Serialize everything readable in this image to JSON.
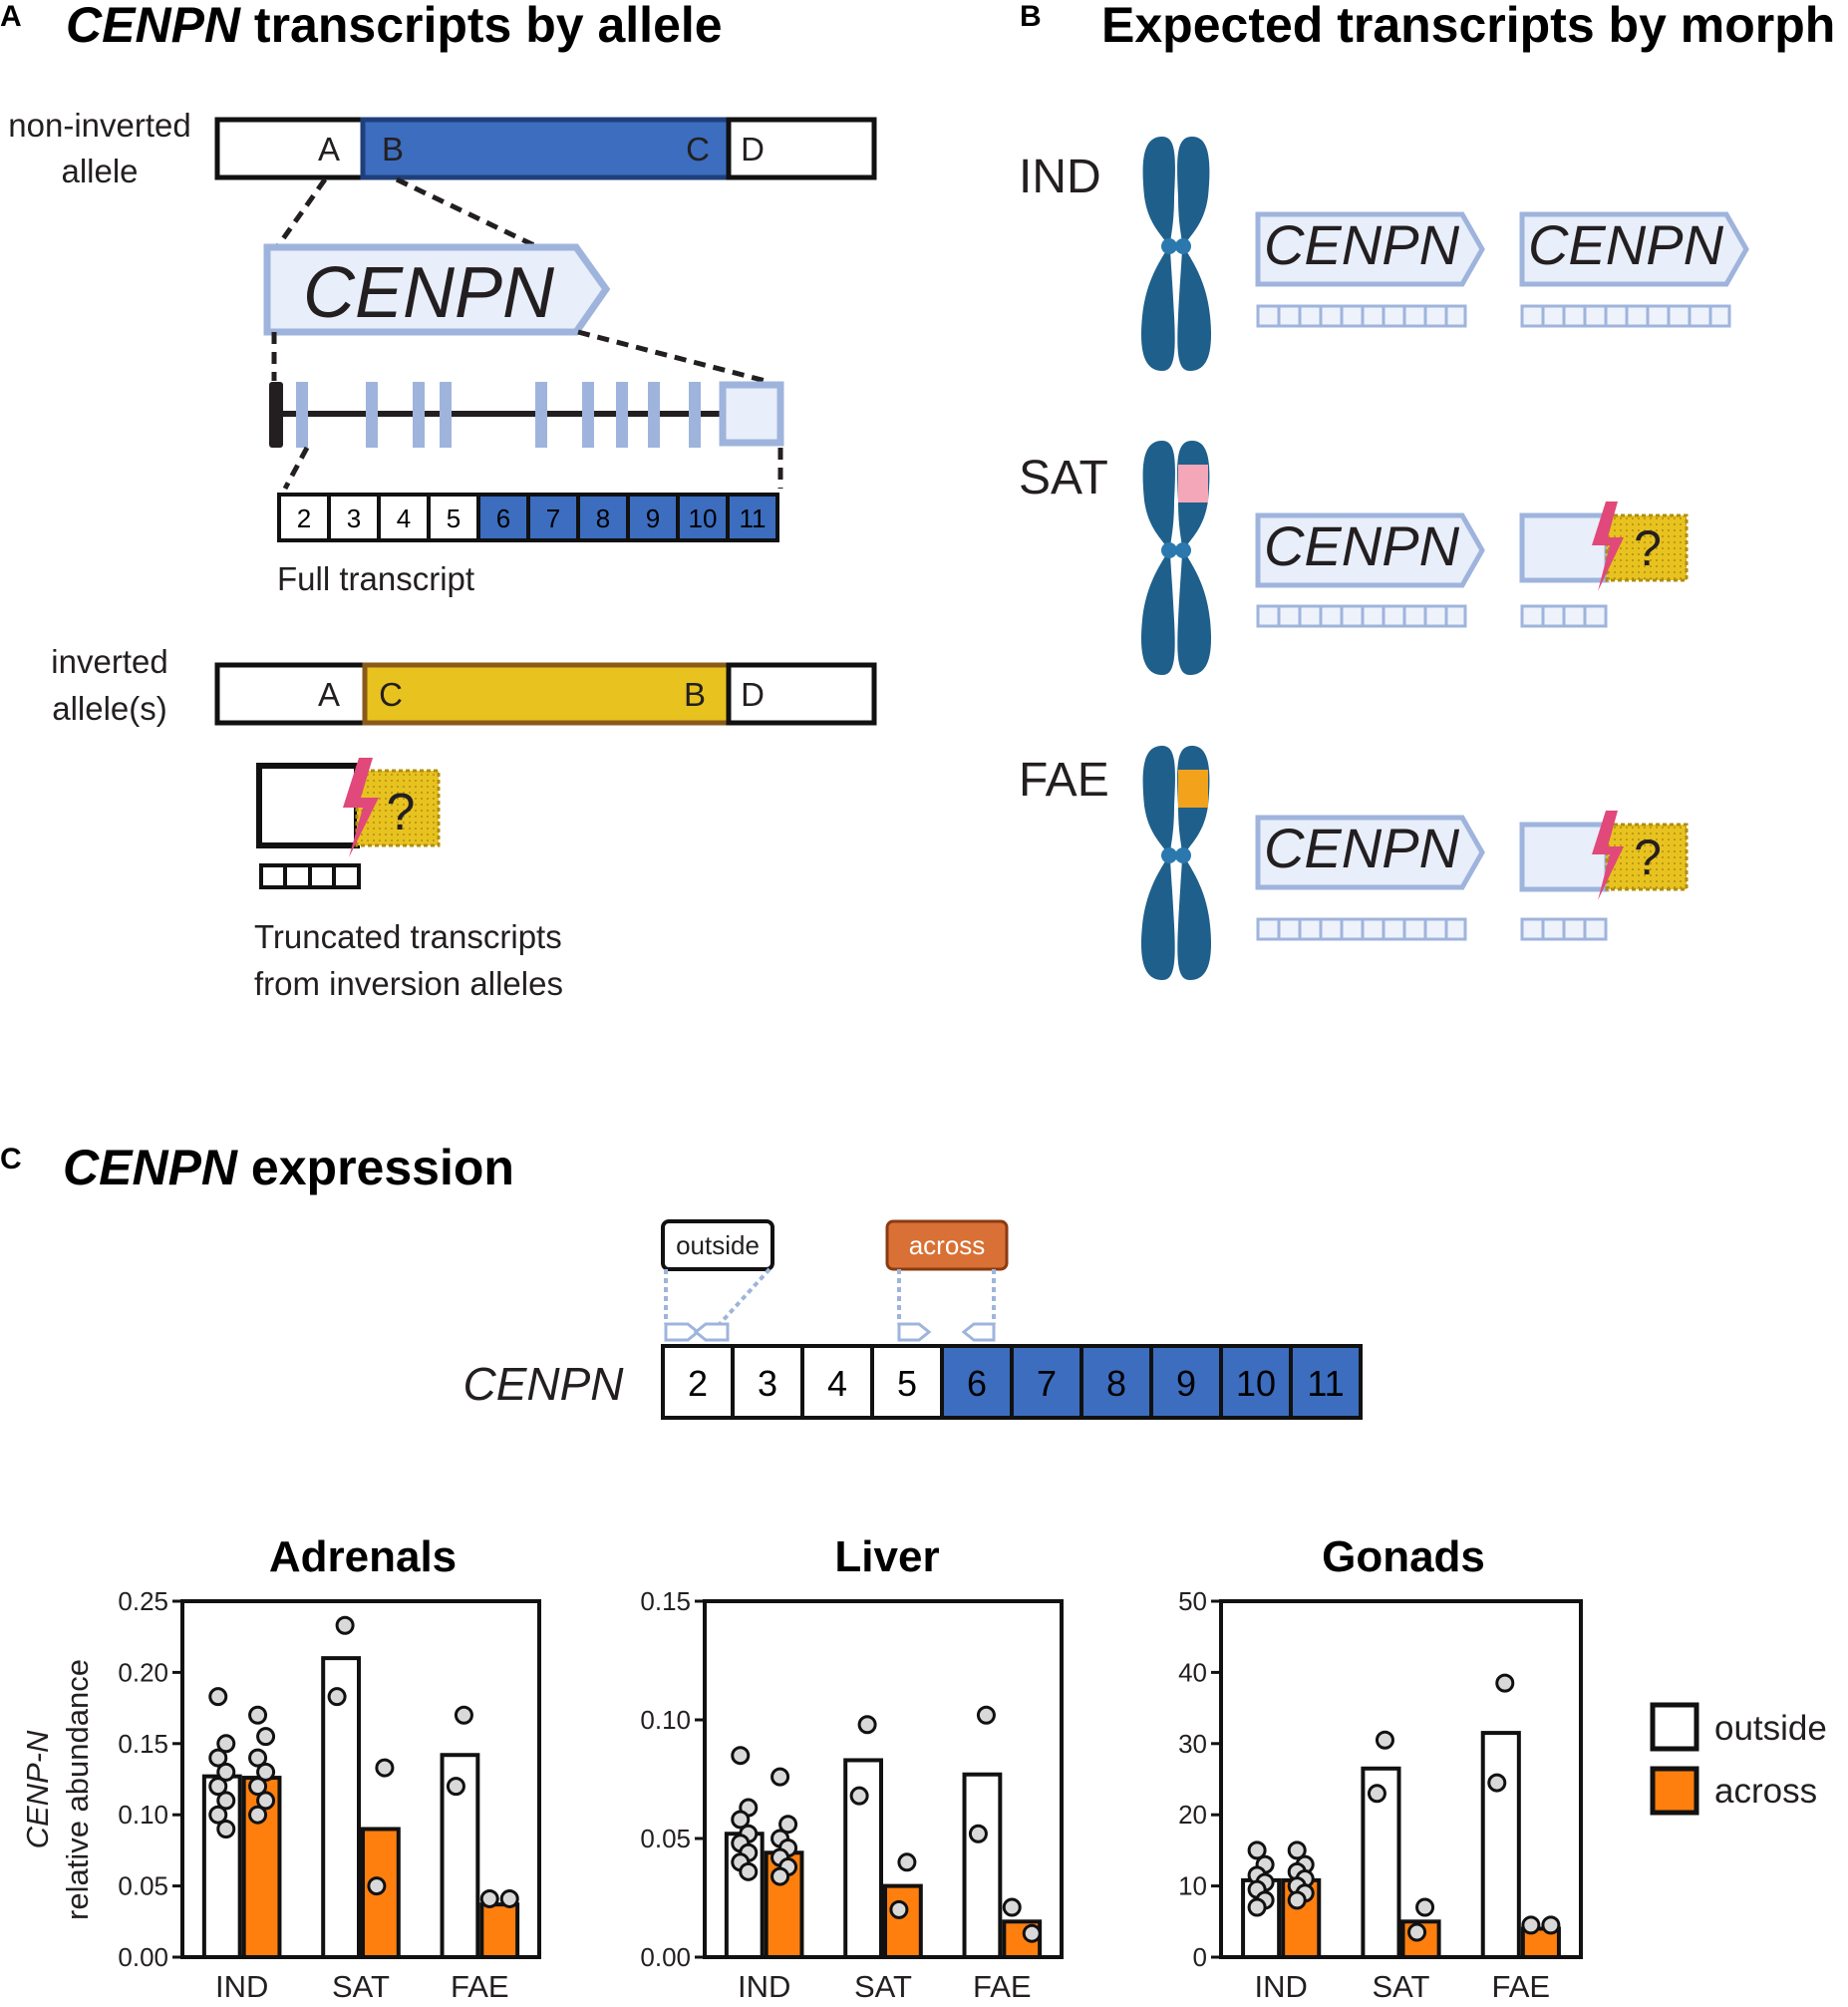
{
  "panelA": {
    "letter": "A",
    "title_gene": "CENPN",
    "title_rest": " transcripts by allele",
    "noninverted_label_1": "non-inverted",
    "noninverted_label_2": "allele",
    "segments_noninverted": [
      "A",
      "B",
      "C",
      "D"
    ],
    "gene_name": "CENPN",
    "exons": [
      "2",
      "3",
      "4",
      "5",
      "6",
      "7",
      "8",
      "9",
      "10",
      "11"
    ],
    "full_transcript": "Full transcript",
    "inverted_label_1": "inverted",
    "inverted_label_2": "allele(s)",
    "segments_inverted": [
      "A",
      "C",
      "B",
      "D"
    ],
    "question_mark": "?",
    "truncated_1": "Truncated transcripts",
    "truncated_2": "from inversion alleles"
  },
  "panelB": {
    "letter": "B",
    "title": "Expected transcripts by morph",
    "morphs": [
      "IND",
      "SAT",
      "FAE"
    ],
    "gene_name": "CENPN",
    "question_mark": "?"
  },
  "panelC": {
    "letter": "C",
    "title_gene": "CENPN",
    "title_rest": " expression",
    "primer_outside": "outside",
    "primer_across": "across",
    "gene_name": "CENPN",
    "exons": [
      "2",
      "3",
      "4",
      "5",
      "6",
      "7",
      "8",
      "9",
      "10",
      "11"
    ],
    "ylabel_1": "CENP-N",
    "ylabel_2": "relative abundance",
    "legend": [
      "outside",
      "across"
    ]
  },
  "colors": {
    "blue": "#3c6dbf",
    "gold": "#e8c21f",
    "orange": "#ff7f0e",
    "chromosome": "#1f5f8b",
    "light_blue": "#9fb4dc",
    "pale_blue": "#e8eefa",
    "pink": "#f4a7b9",
    "lightning": "#e0497a",
    "primer_orange": "#d97035"
  },
  "chart_data": [
    {
      "type": "bar",
      "title": "Adrenals",
      "categories": [
        "IND",
        "SAT",
        "FAE"
      ],
      "ylim": [
        0,
        0.25
      ],
      "yticks": [
        "0.00",
        "0.05",
        "0.10",
        "0.15",
        "0.20",
        "0.25"
      ],
      "series": [
        {
          "name": "outside",
          "values": [
            0.127,
            0.21,
            0.142
          ],
          "points": [
            [
              0.183,
              0.15,
              0.14,
              0.13,
              0.12,
              0.11,
              0.1,
              0.09
            ],
            [
              0.233,
              0.183
            ],
            [
              0.17,
              0.12
            ]
          ]
        },
        {
          "name": "across",
          "values": [
            0.126,
            0.09,
            0.037
          ],
          "points": [
            [
              0.17,
              0.155,
              0.14,
              0.13,
              0.12,
              0.11,
              0.1
            ],
            [
              0.133,
              0.05
            ],
            [
              0.041,
              0.041
            ]
          ]
        }
      ]
    },
    {
      "type": "bar",
      "title": "Liver",
      "categories": [
        "IND",
        "SAT",
        "FAE"
      ],
      "ylim": [
        0,
        0.15
      ],
      "yticks": [
        "0.00",
        "0.05",
        "0.10",
        "0.15"
      ],
      "series": [
        {
          "name": "outside",
          "values": [
            0.052,
            0.083,
            0.077
          ],
          "points": [
            [
              0.085,
              0.063,
              0.058,
              0.052,
              0.048,
              0.044,
              0.04,
              0.036
            ],
            [
              0.098,
              0.068
            ],
            [
              0.102,
              0.052
            ]
          ]
        },
        {
          "name": "across",
          "values": [
            0.044,
            0.03,
            0.015
          ],
          "points": [
            [
              0.076,
              0.056,
              0.05,
              0.046,
              0.042,
              0.038,
              0.034
            ],
            [
              0.04,
              0.02
            ],
            [
              0.021,
              0.01
            ]
          ]
        }
      ]
    },
    {
      "type": "bar",
      "title": "Gonads",
      "categories": [
        "IND",
        "SAT",
        "FAE"
      ],
      "ylim": [
        0,
        50
      ],
      "yticks": [
        "0",
        "10",
        "20",
        "30",
        "40",
        "50"
      ],
      "series": [
        {
          "name": "outside",
          "values": [
            10.8,
            26.5,
            31.5
          ],
          "points": [
            [
              15.0,
              13.0,
              11.5,
              10.5,
              9.5,
              8.0,
              7.0
            ],
            [
              30.5,
              23.0
            ],
            [
              38.5,
              24.5
            ]
          ]
        },
        {
          "name": "across",
          "values": [
            10.8,
            5.0,
            4.0
          ],
          "points": [
            [
              15.0,
              13.0,
              12.0,
              11.0,
              10.0,
              9.0,
              8.0
            ],
            [
              7.0,
              3.5
            ],
            [
              4.5,
              4.5
            ]
          ]
        }
      ]
    }
  ]
}
